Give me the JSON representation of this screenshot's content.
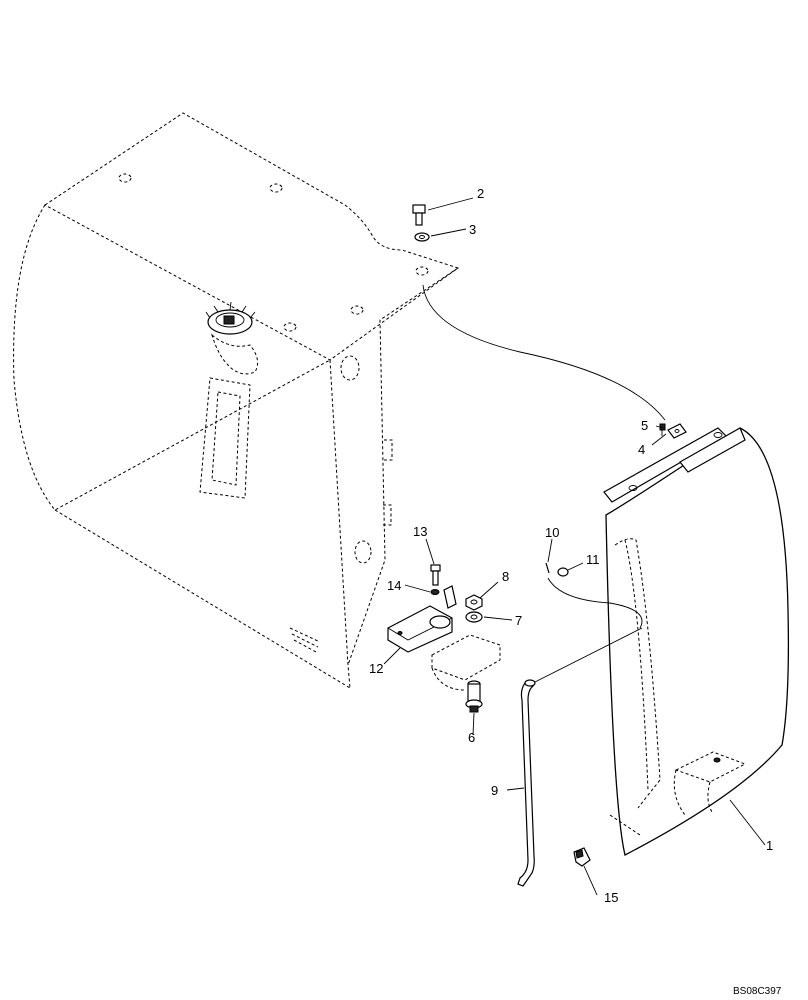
{
  "callouts": {
    "c1": "1",
    "c2": "2",
    "c3": "3",
    "c4": "4",
    "c5": "5",
    "c6": "6",
    "c7": "7",
    "c8": "8",
    "c9": "9",
    "c10": "10",
    "c11": "11",
    "c12": "12",
    "c13": "13",
    "c14": "14",
    "c15": "15"
  },
  "drawing_code": "BS08C397"
}
